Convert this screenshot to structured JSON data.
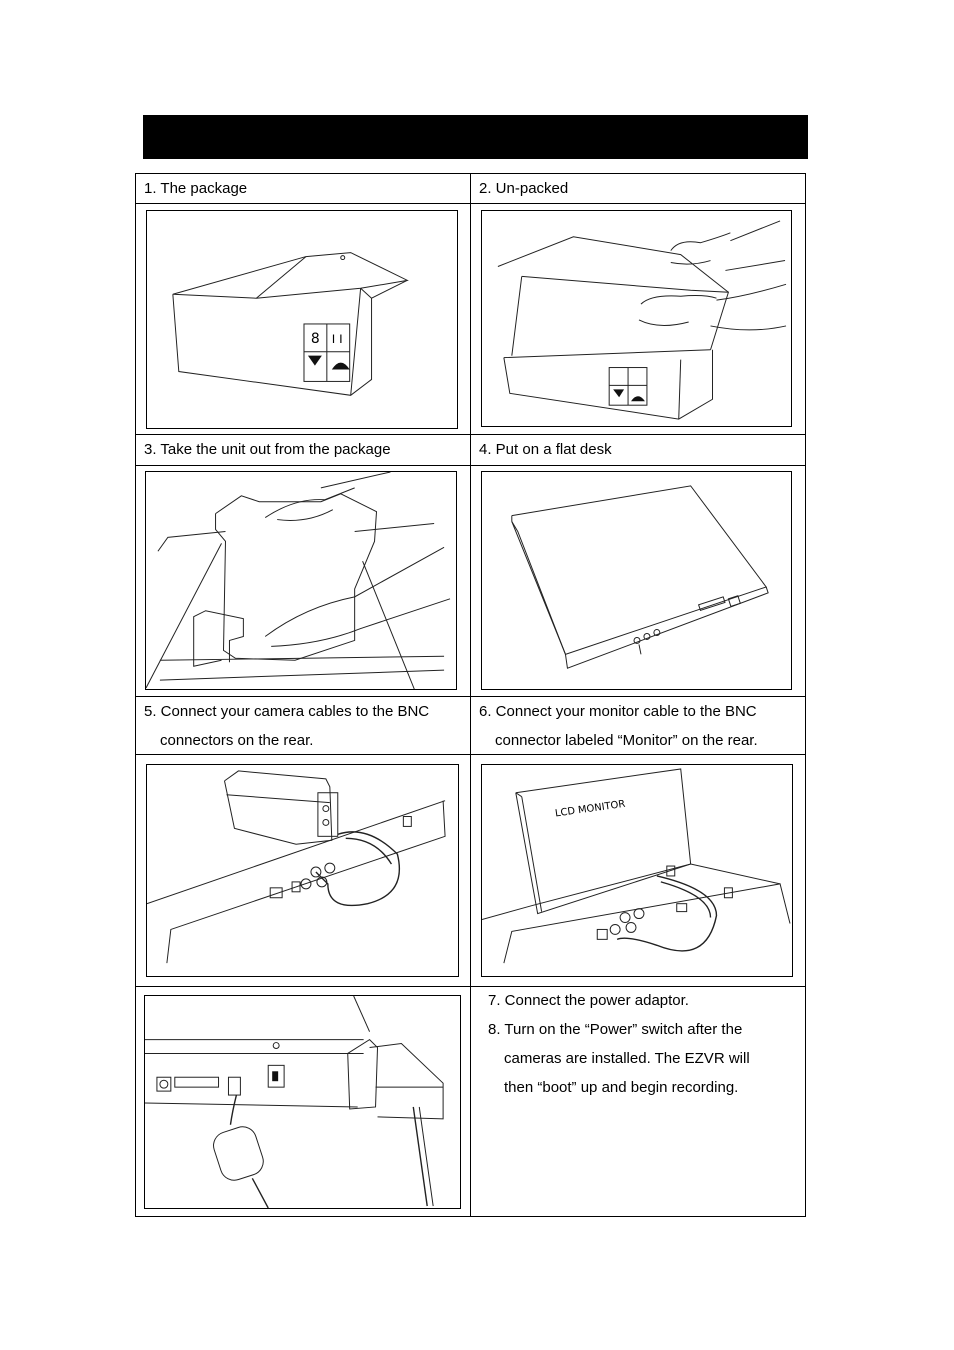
{
  "header": {
    "title": ""
  },
  "cells": {
    "step1": "1. The package",
    "step2": "2. Un-packed",
    "step3": "3. Take the unit out from the package",
    "step4": "4. Put on a flat desk",
    "step5_line1": "5. Connect your camera cables to the BNC",
    "step5_line2": "connectors on the rear.",
    "step6_line1": "6. Connect your monitor cable to the BNC",
    "step6_line2": "connector labeled “Monitor” on the rear."
  },
  "final_steps": {
    "step7": "7. Connect the power adaptor.",
    "step8_line1": "8. Turn on the “Power” switch after the",
    "step8_line2": "cameras are installed. The EZVR will",
    "step8_line3": "then “boot” up and begin recording."
  },
  "illustrations": {
    "monitor_label": "LCD MONITOR",
    "box_label_top": "8",
    "box_label_top_right": "I I"
  }
}
